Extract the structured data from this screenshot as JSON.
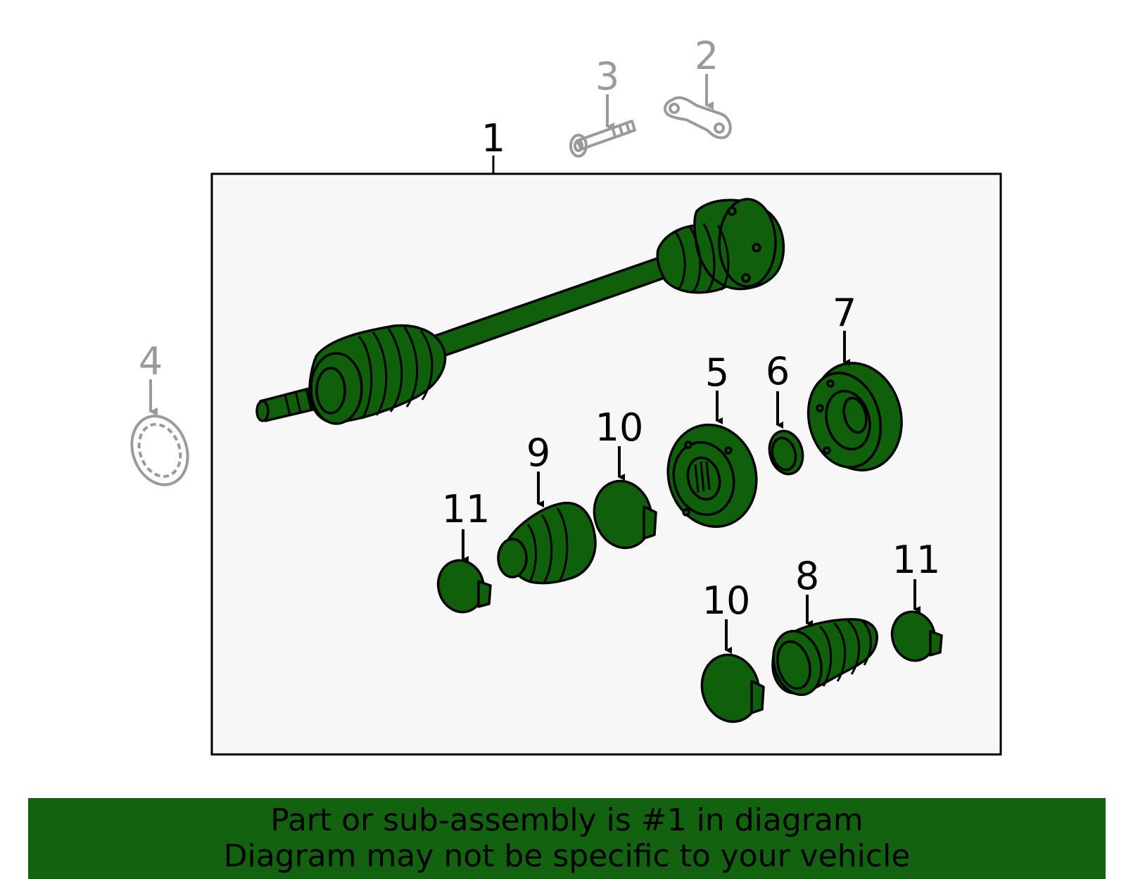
{
  "colors": {
    "part_fill": "#0f5f0b",
    "banner_background": "#126210",
    "box_background": "#f7f7f7",
    "ghost_part": "#9a9a9a"
  },
  "callouts": {
    "c1": "1",
    "c2": "2",
    "c3": "3",
    "c4": "4",
    "c5": "5",
    "c6": "6",
    "c7": "7",
    "c8": "8",
    "c9": "9",
    "c10a": "10",
    "c10b": "10",
    "c11a": "11",
    "c11b": "11"
  },
  "banner": {
    "line1": "Part or sub-assembly is #1 in diagram",
    "line2": "Diagram may not be specific to your vehicle"
  }
}
